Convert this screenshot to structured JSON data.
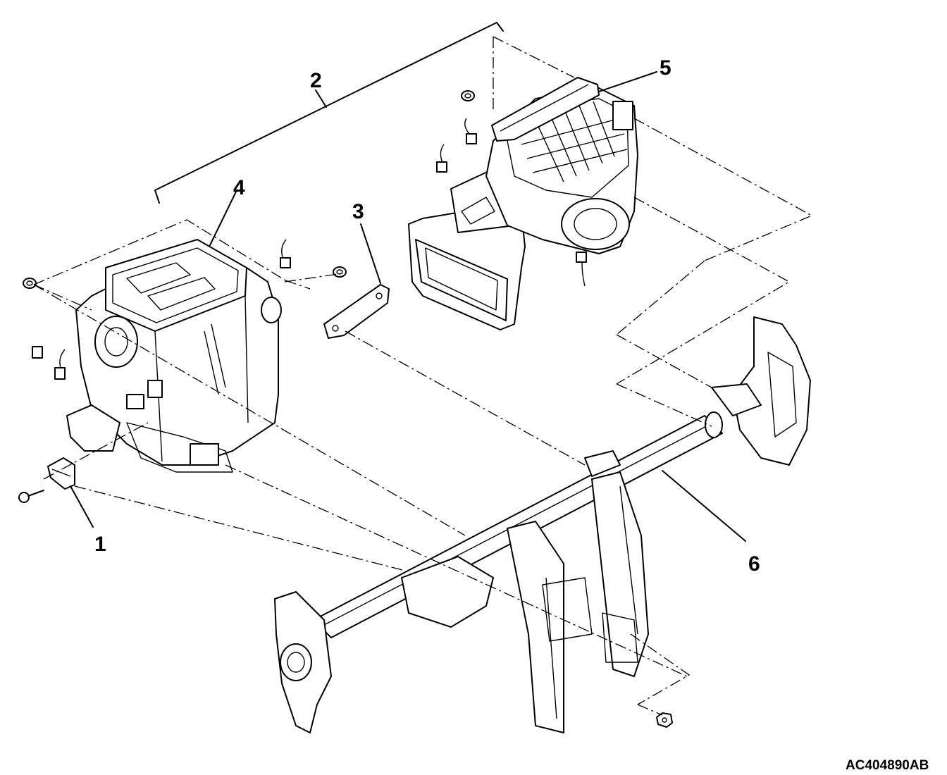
{
  "callouts": {
    "c1": "1",
    "c2": "2",
    "c3": "3",
    "c4": "4",
    "c5": "5",
    "c6": "6"
  },
  "figure_code": "AC404890AB"
}
